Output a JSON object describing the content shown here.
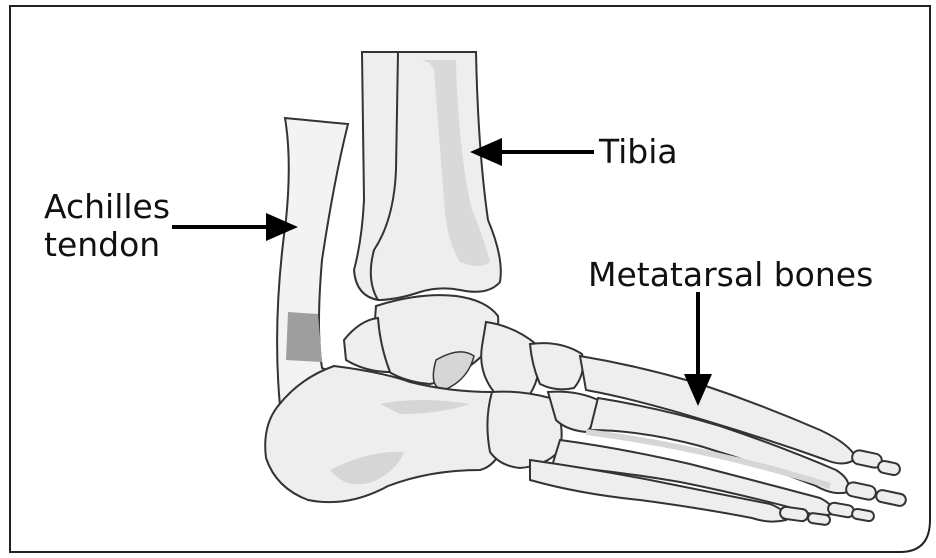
{
  "labels": {
    "achilles_line1": "Achilles",
    "achilles_line2": "tendon",
    "tibia": "Tibia",
    "metatarsal": "Metatarsal bones"
  },
  "colors": {
    "bone_fill": "#eeeeee",
    "bone_shade": "#d6d6d6",
    "outline": "#3a3a3a",
    "tendon_injury": "#9e9e9e",
    "frame": "#222222"
  }
}
